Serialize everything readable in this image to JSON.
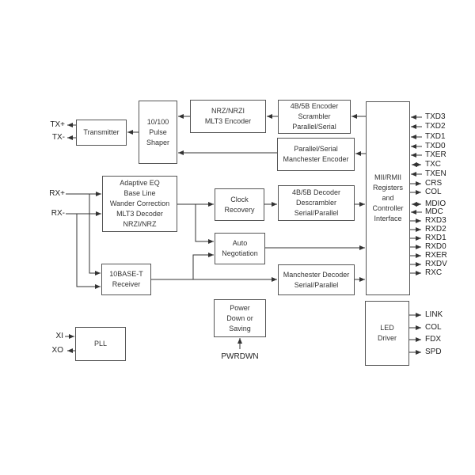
{
  "diagram": {
    "type": "block-diagram",
    "colors": {
      "background": "#ffffff",
      "box_border": "#555555",
      "wire": "#333333",
      "text": "#222222"
    },
    "blocks": {
      "transmitter": {
        "label": "Transmitter"
      },
      "pulse_shaper": {
        "label": "10/100\nPulse\nShaper"
      },
      "nrz_encoder": {
        "label": "NRZ/NRZI\nMLT3 Encoder"
      },
      "encoder_4b5b": {
        "label": "4B/5B Encoder\nScrambler\nParallel/Serial"
      },
      "manchester_encoder": {
        "label": "Parallel/Serial\nManchester Encoder"
      },
      "adaptive_eq": {
        "label": "Adaptive EQ\nBase Line\nWander Correction\nMLT3 Decoder\nNRZI/NRZ"
      },
      "clock_recovery": {
        "label": "Clock\nRecovery"
      },
      "decoder_4b5b": {
        "label": "4B/5B Decoder\nDescrambler\nSerial/Parallel"
      },
      "auto_negotiation": {
        "label": "Auto\nNegotiation"
      },
      "manchester_decoder": {
        "label": "Manchester Decoder\nSerial/Parallel"
      },
      "receiver_10baset": {
        "label": "10BASE-T\nReceiver"
      },
      "power_down": {
        "label": "Power\nDown or\nSaving"
      },
      "pll": {
        "label": "PLL"
      },
      "mii": {
        "label": "MII/RMII\nRegisters\nand\nController\nInterface"
      },
      "led_driver": {
        "label": "LED\nDriver"
      }
    },
    "pins": {
      "tx_plus": "TX+",
      "tx_minus": "TX-",
      "rx_plus": "RX+",
      "rx_minus": "RX-",
      "xi": "XI",
      "xo": "XO",
      "pwrdwn": "PWRDWN"
    },
    "mii_ports": [
      {
        "label": "TXD3",
        "dir": "in"
      },
      {
        "label": "TXD2",
        "dir": "in"
      },
      {
        "label": "TXD1",
        "dir": "in"
      },
      {
        "label": "TXD0",
        "dir": "in"
      },
      {
        "label": "TXER",
        "dir": "in"
      },
      {
        "label": "TXC",
        "dir": "bidir"
      },
      {
        "label": "TXEN",
        "dir": "in"
      },
      {
        "label": "CRS",
        "dir": "out"
      },
      {
        "label": "COL",
        "dir": "out"
      },
      {
        "label": "MDIO",
        "dir": "bidir"
      },
      {
        "label": "MDC",
        "dir": "in"
      },
      {
        "label": "RXD3",
        "dir": "out"
      },
      {
        "label": "RXD2",
        "dir": "out"
      },
      {
        "label": "RXD1",
        "dir": "out"
      },
      {
        "label": "RXD0",
        "dir": "out"
      },
      {
        "label": "RXER",
        "dir": "out"
      },
      {
        "label": "RXDV",
        "dir": "out"
      },
      {
        "label": "RXC",
        "dir": "out"
      }
    ],
    "led_ports": [
      {
        "label": "LINK",
        "dir": "out"
      },
      {
        "label": "COL",
        "dir": "out"
      },
      {
        "label": "FDX",
        "dir": "out"
      },
      {
        "label": "SPD",
        "dir": "out"
      }
    ]
  }
}
